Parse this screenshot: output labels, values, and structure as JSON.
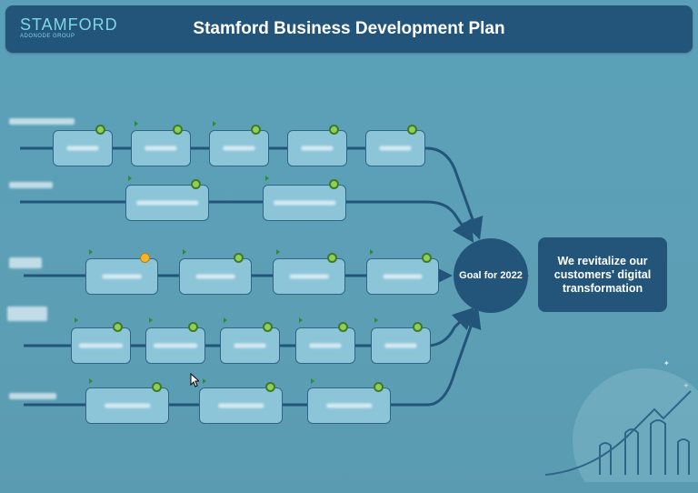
{
  "header": {
    "logo_name": "STAMFORD",
    "logo_sub": "ADONODE GROUP",
    "title": "Stamford Business Development Plan"
  },
  "goal": {
    "label": "Goal for 2022"
  },
  "vision": {
    "text": "We revitalize our customers' digital transformation"
  },
  "colors": {
    "background": "#5d9fb6",
    "header": "#23557a",
    "step_fill": "#8cc4d8",
    "step_border": "#2f6688",
    "status_green": "#8fcf58",
    "status_yellow": "#f2b52f",
    "connector": "#23557a"
  },
  "rows": [
    {
      "steps": [
        "green",
        "green",
        "green",
        "green",
        "green"
      ]
    },
    {
      "steps": [
        "green",
        "green"
      ]
    },
    {
      "steps": [
        "yellow",
        "green",
        "green",
        "green"
      ]
    },
    {
      "steps": [
        "green",
        "green",
        "green",
        "green",
        "green"
      ]
    },
    {
      "steps": [
        "green",
        "green",
        "green"
      ]
    }
  ]
}
